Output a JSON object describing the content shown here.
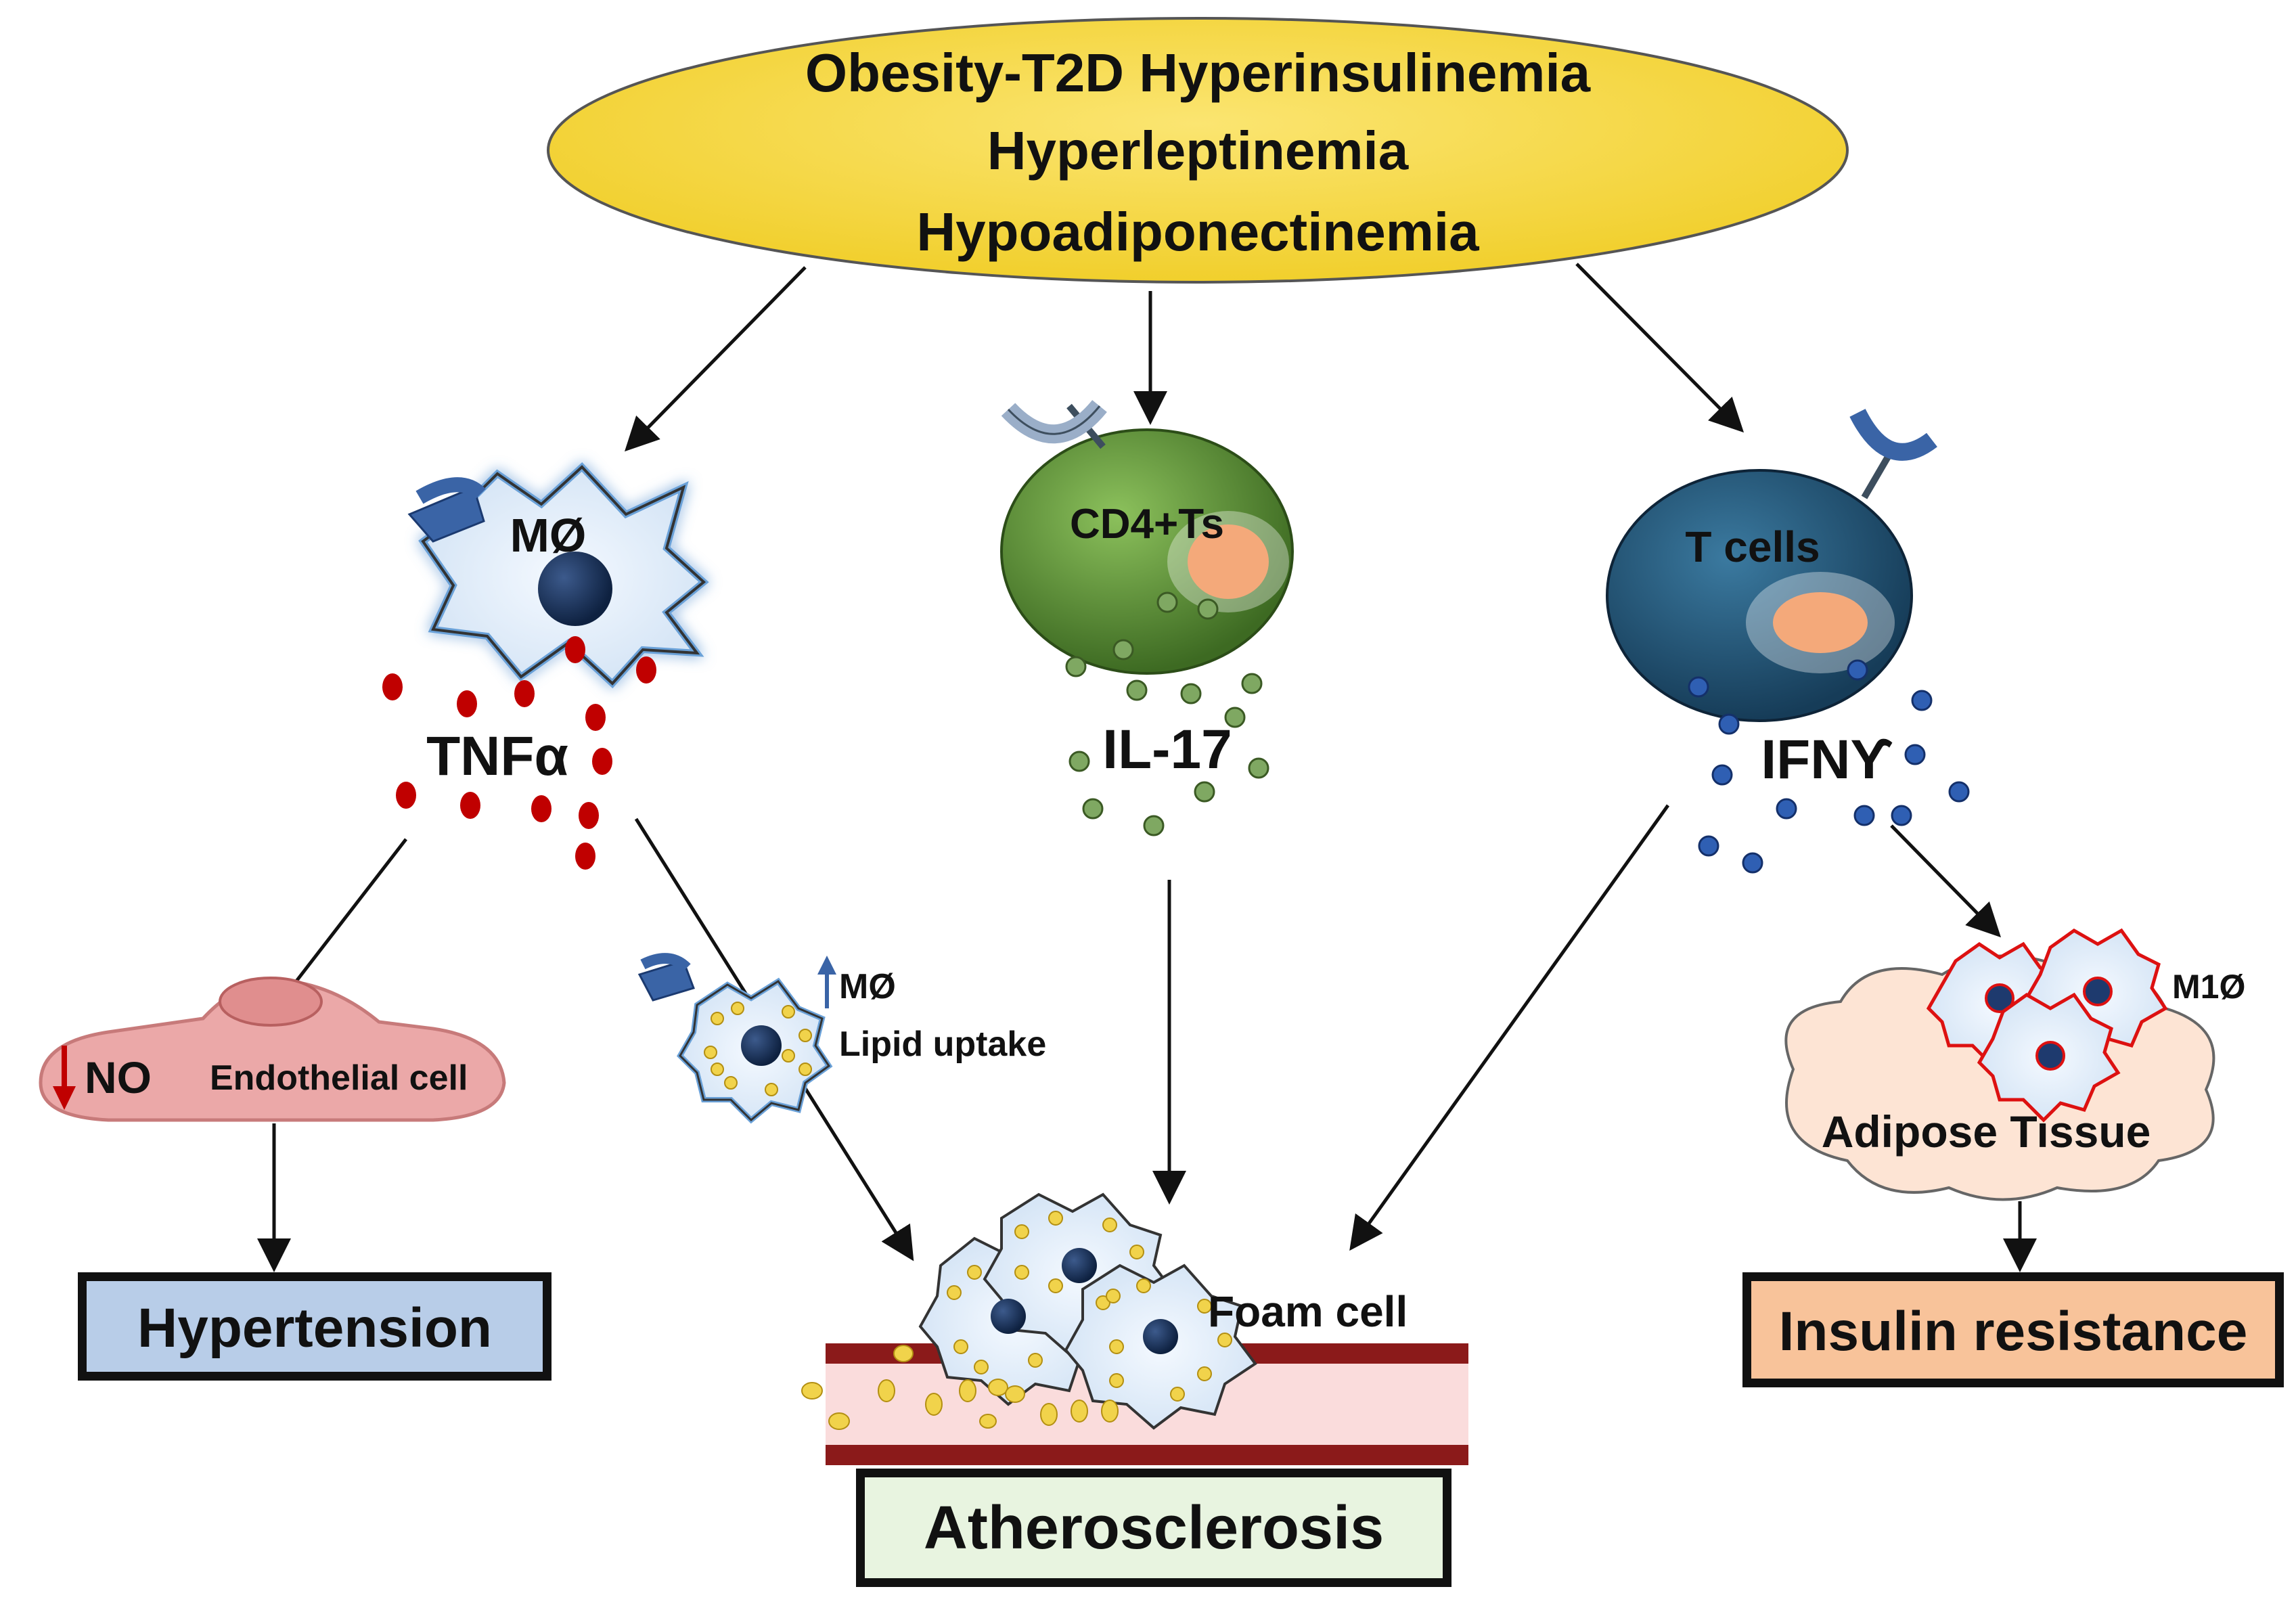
{
  "header": {
    "line1": "Obesity-T2D Hyperinsulinemia",
    "line2": "Hyperleptinemia",
    "line3": "Hypoadiponectinemia"
  },
  "cells": {
    "macrophage": "MØ",
    "cd4": "CD4+Ts",
    "tcells": "T cells",
    "m1": "M1Ø"
  },
  "cytokines": {
    "tnf": "TNFα",
    "il17": "IL-17",
    "ifn": "IFNϒ"
  },
  "labels": {
    "no": "NO",
    "endothelial": "Endothelial cell",
    "mo_small": "MØ",
    "lipid_uptake": "Lipid uptake",
    "foam_cell": "Foam cell",
    "adipose": "Adipose Tissue"
  },
  "outcomes": {
    "hypertension": "Hypertension",
    "atherosclerosis": "Atherosclerosis",
    "insulin_resistance": "Insulin resistance"
  },
  "colors": {
    "ellipse_fill": "#f7d63a",
    "tnf_dot": "#c00000",
    "il17_dot": "#7fa862",
    "ifn_dot": "#2f5fb3",
    "hypertension_box": "#b8cde8",
    "atherosclerosis_box": "#e8f4e0",
    "insulin_box": "#f8c39a",
    "receptor": "#3a64a6",
    "cd4_cell": "#5f8c3a",
    "tcell_cell": "#24506e",
    "nucleus_orange": "#f4a97a",
    "vessel_red": "#8b1a1a",
    "vessel_pink": "#fadcdc",
    "endothelial_fill": "#eba8a8",
    "adipose_fill": "#fde4d4"
  }
}
